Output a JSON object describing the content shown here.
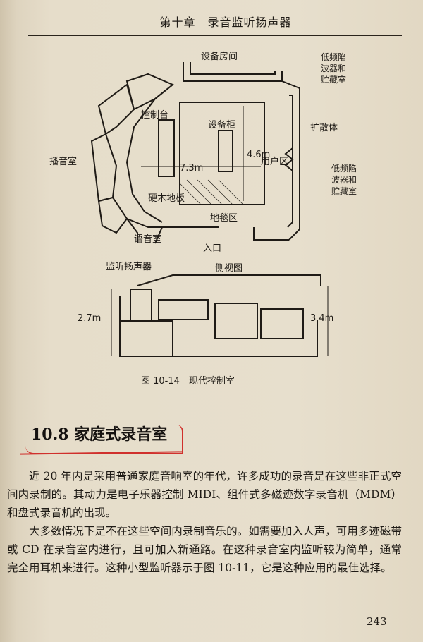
{
  "header": {
    "title": "第十章　录音监听扬声器"
  },
  "figure": {
    "labels": {
      "equipment_room": "设备房间",
      "bass_storage_top": [
        "低频陷",
        "波器和",
        "贮藏室"
      ],
      "console": "控制台",
      "equipment_rack": "设备柜",
      "diffuser": "扩散体",
      "broadcast_room": "播音室",
      "width": "7.3m",
      "depth": "4.6m",
      "client_area": "用户区",
      "bass_storage_bottom": [
        "低频陷",
        "波器和",
        "贮藏室"
      ],
      "hardwood_floor": "硬木地板",
      "carpet_area": "地毯区",
      "voice_room": "语音室",
      "entrance": "入口",
      "side_view": "侧视图",
      "monitor_speaker": "监听扬声器",
      "height_left": "2.7m",
      "height_right": "3.4m"
    },
    "caption": "图 10-14　现代控制室"
  },
  "section": {
    "title": "10.8 家庭式录音室"
  },
  "paragraphs": [
    "近 20 年内是采用普通家庭音响室的年代，许多成功的录音是在这些非正式空间内录制的。其动力是电子乐器控制 MIDI、组件式多磁迹数字录音机（MDM）和盘式录音机的出现。",
    "大多数情况下是不在这些空间内录制音乐的。如需要加入人声，可用多迹磁带或 CD 在录音室内进行，且可加入新通路。在这种录音室内监听较为简单，通常完全用耳机来进行。这种小型监听器示于图 10-11，它是这种应用的最佳选择。"
  ],
  "page_number": "243"
}
